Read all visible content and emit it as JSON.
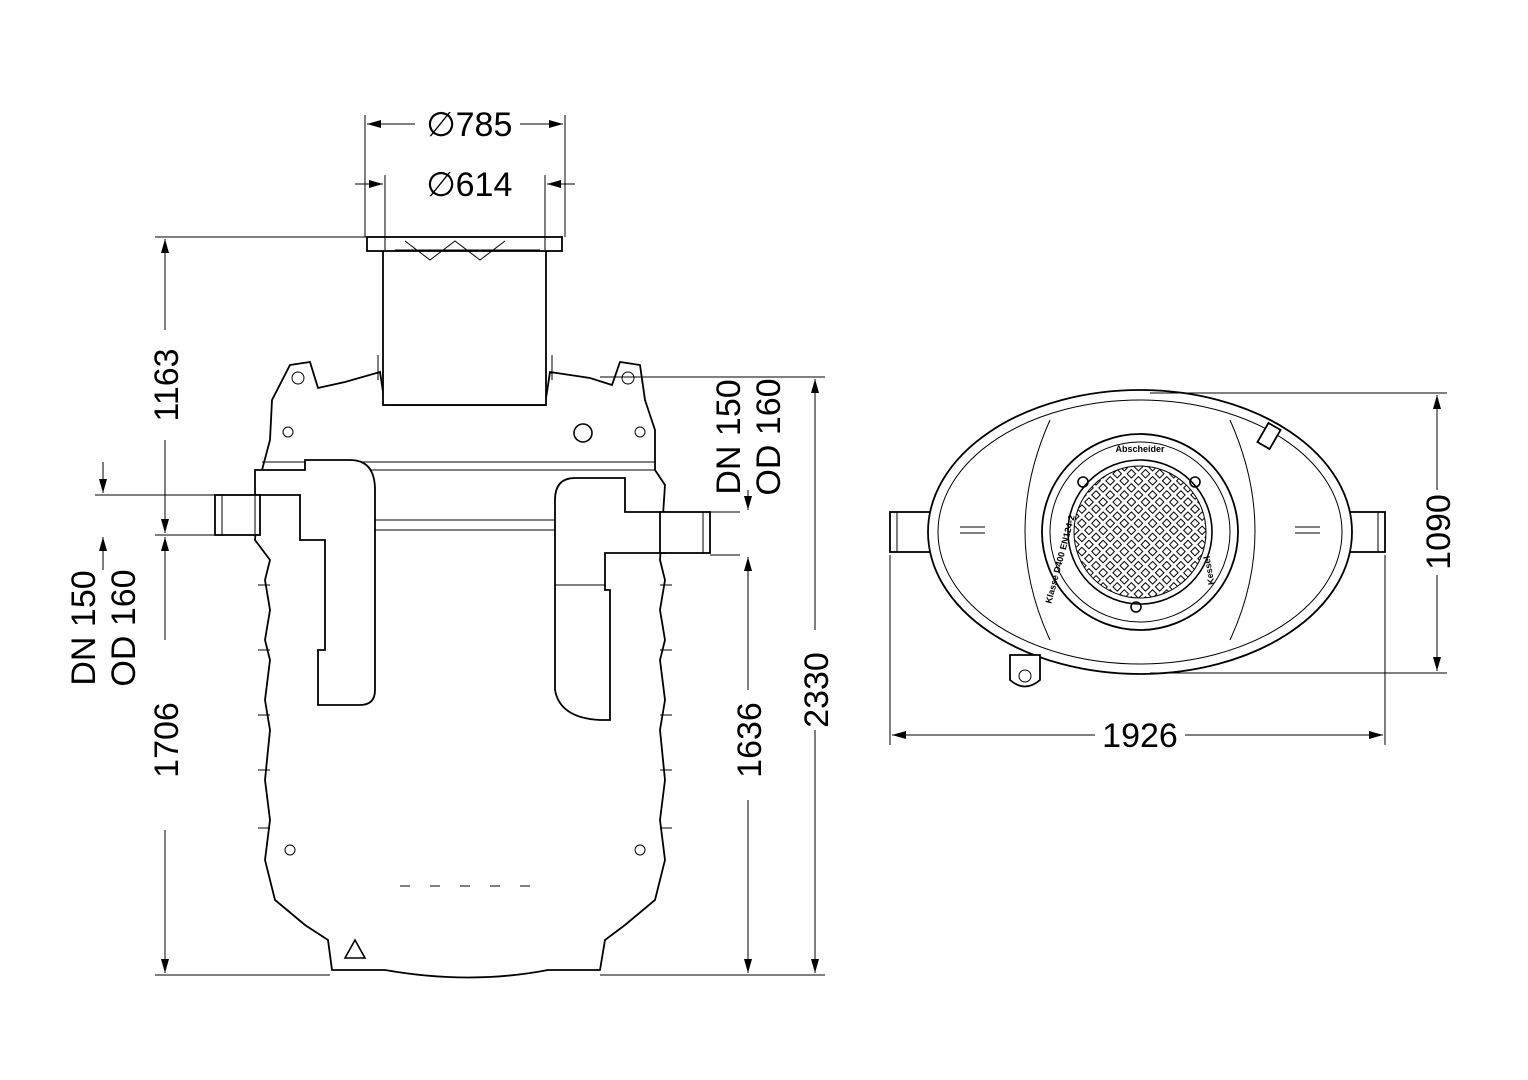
{
  "drawing": {
    "side_view": {
      "diameter_outer": "785",
      "diameter_inner": "614",
      "height_top_to_inlet": "1163",
      "height_inlet": "1706",
      "height_outlet": "1636",
      "height_total": "2330",
      "inlet_label_line1": "DN 150",
      "inlet_label_line2": "OD 160",
      "outlet_label_line1": "DN 150",
      "outlet_label_line2": "OD 160",
      "diameter_symbol": "∅"
    },
    "top_view": {
      "width": "1926",
      "depth": "1090",
      "cover_text_top": "Abscheider",
      "cover_text_left": "Klasse D400 EN124-2",
      "cover_text_right": "Kessel"
    }
  }
}
